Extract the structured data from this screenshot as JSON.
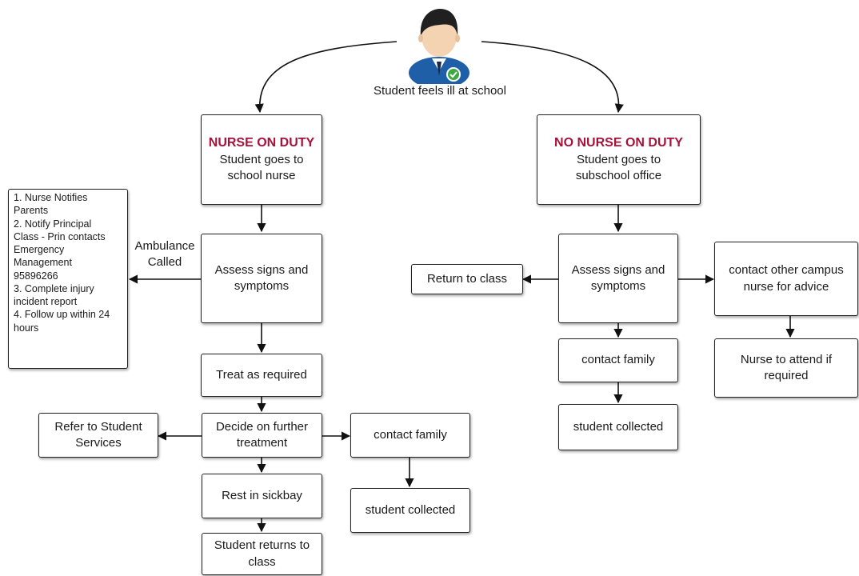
{
  "start": {
    "label": "Student feels ill at school"
  },
  "nurse_on_duty": {
    "heading": "NURSE ON DUTY",
    "line1": "Student goes to",
    "line2": "school nurse",
    "ambulance_label": "Ambulance\nCalled",
    "actions_note": "1. Nurse Notifies\nParents\n2. Notify Principal\nClass - Prin contacts\nEmergency\nManagement\n95896266\n3. Complete injury\nincident report\n4. Follow up within 24\nhours",
    "assess": "Assess signs and symptoms",
    "treat": "Treat as required",
    "decide": "Decide on further treatment",
    "refer": "Refer to Student Services",
    "contact_family": "contact family",
    "student_collected": "student collected",
    "rest": "Rest in sickbay",
    "returns": "Student returns to class"
  },
  "no_nurse_on_duty": {
    "heading": "NO NURSE ON DUTY",
    "line1": "Student goes to",
    "line2": "subschool office",
    "assess": "Assess signs and symptoms",
    "return_to_class": "Return to class",
    "contact_campus_nurse": "contact other campus nurse for advice",
    "nurse_attend": "Nurse to attend if required",
    "contact_family": "contact family",
    "student_collected": "student collected"
  },
  "colors": {
    "accent": "#a8123a",
    "avatar_shirt": "#1f5fa8",
    "badge": "#3ea845"
  }
}
